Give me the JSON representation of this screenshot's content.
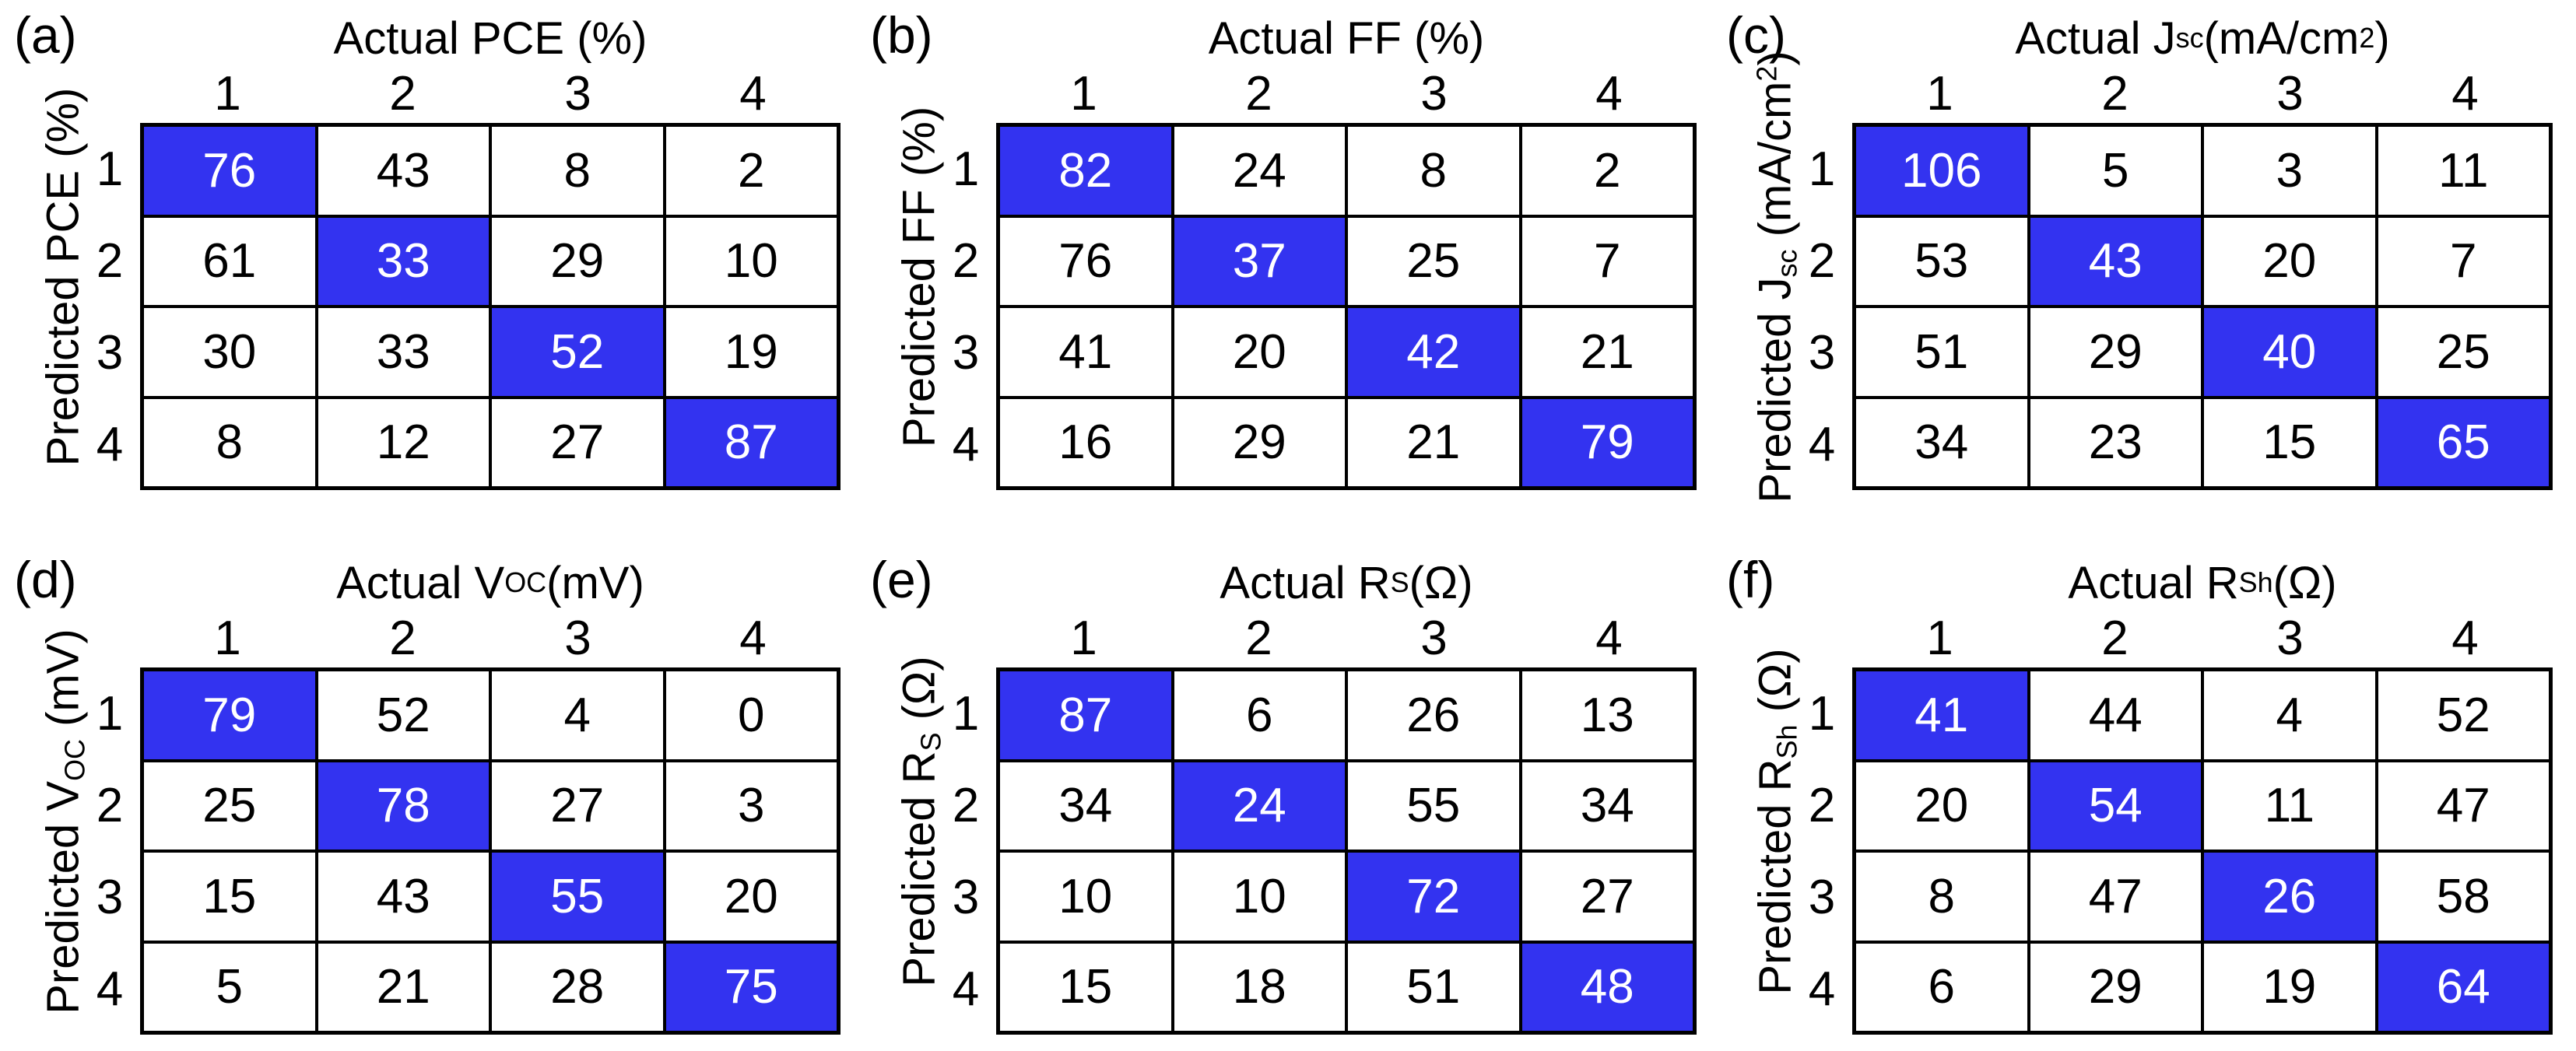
{
  "figure": {
    "background": "#FFFFFF",
    "description_colors": {
      "diagonal_fill": "#3333F0",
      "diagonal_text": "#FFFFFF",
      "cell_fill": "#FFFFFF",
      "cell_text": "#000000",
      "grid_border": "#000000"
    }
  },
  "panels": [
    {
      "label": "(a)",
      "x_title": [
        {
          "t": "Actual PCE (%)"
        }
      ],
      "y_title": [
        {
          "t": "Predicted PCE (%)"
        }
      ],
      "col_headers": [
        "1",
        "2",
        "3",
        "4"
      ],
      "row_headers": [
        "1",
        "2",
        "3",
        "4"
      ],
      "matrix": [
        [
          76,
          43,
          8,
          2
        ],
        [
          61,
          33,
          29,
          10
        ],
        [
          30,
          33,
          52,
          19
        ],
        [
          8,
          12,
          27,
          87
        ]
      ]
    },
    {
      "label": "(b)",
      "x_title": [
        {
          "t": "Actual FF (%)"
        }
      ],
      "y_title": [
        {
          "t": "Predicted FF (%)"
        }
      ],
      "col_headers": [
        "1",
        "2",
        "3",
        "4"
      ],
      "row_headers": [
        "1",
        "2",
        "3",
        "4"
      ],
      "matrix": [
        [
          82,
          24,
          8,
          2
        ],
        [
          76,
          37,
          25,
          7
        ],
        [
          41,
          20,
          42,
          21
        ],
        [
          16,
          29,
          21,
          79
        ]
      ]
    },
    {
      "label": "(c)",
      "x_title": [
        {
          "t": "Actual J"
        },
        {
          "sub": "sc"
        },
        {
          "t": " (mA/cm"
        },
        {
          "sup": "2"
        },
        {
          "t": ")"
        }
      ],
      "y_title": [
        {
          "t": "Predicted J"
        },
        {
          "sub": "sc"
        },
        {
          "t": " (mA/cm"
        },
        {
          "sup": "2"
        },
        {
          "t": ")"
        }
      ],
      "col_headers": [
        "1",
        "2",
        "3",
        "4"
      ],
      "row_headers": [
        "1",
        "2",
        "3",
        "4"
      ],
      "matrix": [
        [
          106,
          5,
          3,
          11
        ],
        [
          53,
          43,
          20,
          7
        ],
        [
          51,
          29,
          40,
          25
        ],
        [
          34,
          23,
          15,
          65
        ]
      ]
    },
    {
      "label": "(d)",
      "x_title": [
        {
          "t": "Actual V"
        },
        {
          "sub": "OC"
        },
        {
          "t": " (mV)"
        }
      ],
      "y_title": [
        {
          "t": "Predicted V"
        },
        {
          "sub": "OC"
        },
        {
          "t": " (mV)"
        }
      ],
      "col_headers": [
        "1",
        "2",
        "3",
        "4"
      ],
      "row_headers": [
        "1",
        "2",
        "3",
        "4"
      ],
      "matrix": [
        [
          79,
          52,
          4,
          0
        ],
        [
          25,
          78,
          27,
          3
        ],
        [
          15,
          43,
          55,
          20
        ],
        [
          5,
          21,
          28,
          75
        ]
      ]
    },
    {
      "label": "(e)",
      "x_title": [
        {
          "t": "Actual R"
        },
        {
          "sub": "S"
        },
        {
          "t": " (Ω)"
        }
      ],
      "y_title": [
        {
          "t": "Predicted R"
        },
        {
          "sub": "S"
        },
        {
          "t": " (Ω)"
        }
      ],
      "col_headers": [
        "1",
        "2",
        "3",
        "4"
      ],
      "row_headers": [
        "1",
        "2",
        "3",
        "4"
      ],
      "matrix": [
        [
          87,
          6,
          26,
          13
        ],
        [
          34,
          24,
          55,
          34
        ],
        [
          10,
          10,
          72,
          27
        ],
        [
          15,
          18,
          51,
          48
        ]
      ]
    },
    {
      "label": "(f)",
      "x_title": [
        {
          "t": "Actual R"
        },
        {
          "sub": "Sh"
        },
        {
          "t": " (Ω)"
        }
      ],
      "y_title": [
        {
          "t": "Predicted R"
        },
        {
          "sub": "Sh"
        },
        {
          "t": " (Ω)"
        }
      ],
      "col_headers": [
        "1",
        "2",
        "3",
        "4"
      ],
      "row_headers": [
        "1",
        "2",
        "3",
        "4"
      ],
      "matrix": [
        [
          41,
          44,
          4,
          52
        ],
        [
          20,
          54,
          11,
          47
        ],
        [
          8,
          47,
          26,
          58
        ],
        [
          6,
          29,
          19,
          64
        ]
      ]
    }
  ],
  "chart_data": [
    {
      "panel": "(a)",
      "type": "heatmap",
      "title": "Actual PCE (%)",
      "xlabel": "Actual PCE (%)",
      "ylabel": "Predicted PCE (%)",
      "x_ticklabels": [
        "1",
        "2",
        "3",
        "4"
      ],
      "y_ticklabels": [
        "1",
        "2",
        "3",
        "4"
      ],
      "rows_are": "predicted",
      "cols_are": "actual",
      "values": [
        [
          76,
          43,
          8,
          2
        ],
        [
          61,
          33,
          29,
          10
        ],
        [
          30,
          33,
          52,
          19
        ],
        [
          8,
          12,
          27,
          87
        ]
      ],
      "diagonal_highlight_color": "#3333F0",
      "diagonal_text_color": "#FFFFFF",
      "grid": true
    },
    {
      "panel": "(b)",
      "type": "heatmap",
      "title": "Actual FF (%)",
      "xlabel": "Actual FF (%)",
      "ylabel": "Predicted FF (%)",
      "x_ticklabels": [
        "1",
        "2",
        "3",
        "4"
      ],
      "y_ticklabels": [
        "1",
        "2",
        "3",
        "4"
      ],
      "rows_are": "predicted",
      "cols_are": "actual",
      "values": [
        [
          82,
          24,
          8,
          2
        ],
        [
          76,
          37,
          25,
          7
        ],
        [
          41,
          20,
          42,
          21
        ],
        [
          16,
          29,
          21,
          79
        ]
      ],
      "diagonal_highlight_color": "#3333F0",
      "diagonal_text_color": "#FFFFFF",
      "grid": true
    },
    {
      "panel": "(c)",
      "type": "heatmap",
      "title": "Actual J_sc (mA/cm²)",
      "xlabel": "Actual J_sc (mA/cm²)",
      "ylabel": "Predicted J_sc (mA/cm²)",
      "x_ticklabels": [
        "1",
        "2",
        "3",
        "4"
      ],
      "y_ticklabels": [
        "1",
        "2",
        "3",
        "4"
      ],
      "rows_are": "predicted",
      "cols_are": "actual",
      "values": [
        [
          106,
          5,
          3,
          11
        ],
        [
          53,
          43,
          20,
          7
        ],
        [
          51,
          29,
          40,
          25
        ],
        [
          34,
          23,
          15,
          65
        ]
      ],
      "diagonal_highlight_color": "#3333F0",
      "diagonal_text_color": "#FFFFFF",
      "grid": true
    },
    {
      "panel": "(d)",
      "type": "heatmap",
      "title": "Actual V_OC (mV)",
      "xlabel": "Actual V_OC (mV)",
      "ylabel": "Predicted V_OC (mV)",
      "x_ticklabels": [
        "1",
        "2",
        "3",
        "4"
      ],
      "y_ticklabels": [
        "1",
        "2",
        "3",
        "4"
      ],
      "rows_are": "predicted",
      "cols_are": "actual",
      "values": [
        [
          79,
          52,
          4,
          0
        ],
        [
          25,
          78,
          27,
          3
        ],
        [
          15,
          43,
          55,
          20
        ],
        [
          5,
          21,
          28,
          75
        ]
      ],
      "diagonal_highlight_color": "#3333F0",
      "diagonal_text_color": "#FFFFFF",
      "grid": true
    },
    {
      "panel": "(e)",
      "type": "heatmap",
      "title": "Actual R_S (Ω)",
      "xlabel": "Actual R_S (Ω)",
      "ylabel": "Predicted R_S (Ω)",
      "x_ticklabels": [
        "1",
        "2",
        "3",
        "4"
      ],
      "y_ticklabels": [
        "1",
        "2",
        "3",
        "4"
      ],
      "rows_are": "predicted",
      "cols_are": "actual",
      "values": [
        [
          87,
          6,
          26,
          13
        ],
        [
          34,
          24,
          55,
          34
        ],
        [
          10,
          10,
          72,
          27
        ],
        [
          15,
          18,
          51,
          48
        ]
      ],
      "diagonal_highlight_color": "#3333F0",
      "diagonal_text_color": "#FFFFFF",
      "grid": true
    },
    {
      "panel": "(f)",
      "type": "heatmap",
      "title": "Actual R_Sh (Ω)",
      "xlabel": "Actual R_Sh (Ω)",
      "ylabel": "Predicted R_Sh (Ω)",
      "x_ticklabels": [
        "1",
        "2",
        "3",
        "4"
      ],
      "y_ticklabels": [
        "1",
        "2",
        "3",
        "4"
      ],
      "rows_are": "predicted",
      "cols_are": "actual",
      "values": [
        [
          41,
          44,
          4,
          52
        ],
        [
          20,
          54,
          11,
          47
        ],
        [
          8,
          47,
          26,
          58
        ],
        [
          6,
          29,
          19,
          64
        ]
      ],
      "diagonal_highlight_color": "#3333F0",
      "diagonal_text_color": "#FFFFFF",
      "grid": true
    }
  ]
}
